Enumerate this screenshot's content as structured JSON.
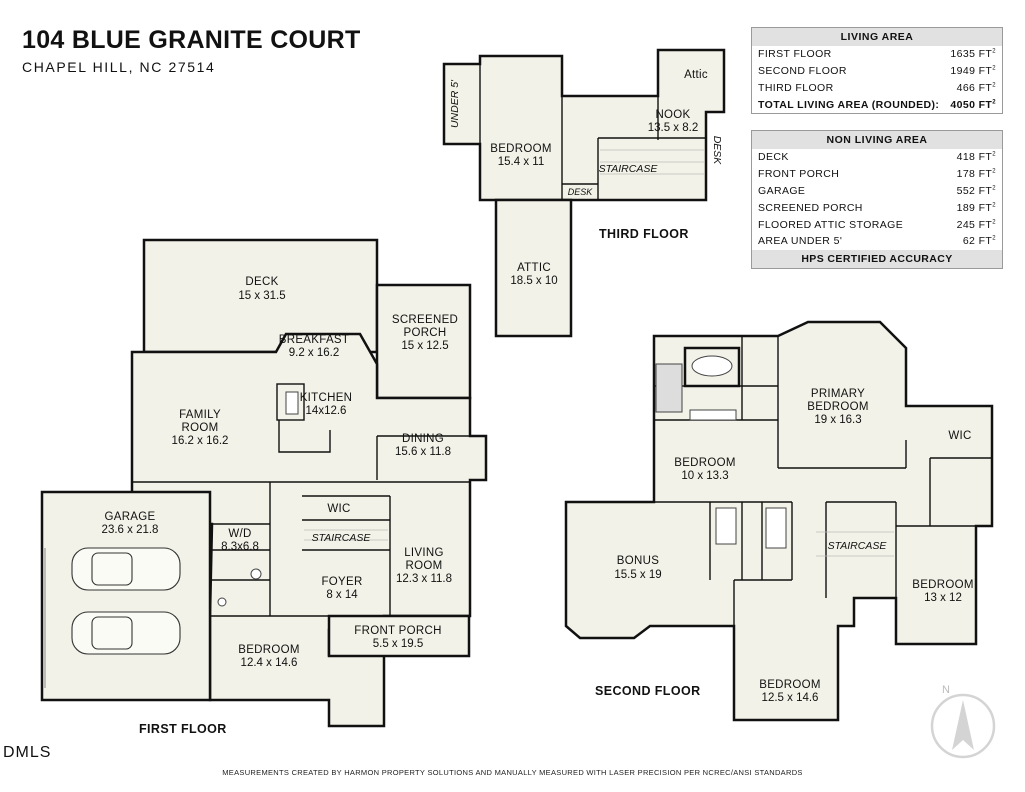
{
  "header": {
    "title": "104 BLUE GRANITE COURT",
    "subtitle": "CHAPEL HILL, NC 27514"
  },
  "living_area": {
    "heading": "LIVING AREA",
    "rows": [
      {
        "label": "FIRST FLOOR",
        "value": "1635 FT",
        "sup": "2"
      },
      {
        "label": "SECOND FLOOR",
        "value": "1949 FT",
        "sup": "2"
      },
      {
        "label": "THIRD FLOOR",
        "value": "466 FT",
        "sup": "2"
      }
    ],
    "total": {
      "label": "TOTAL LIVING AREA (ROUNDED):",
      "value": "4050 FT",
      "sup": "2"
    }
  },
  "non_living_area": {
    "heading": "NON LIVING AREA",
    "rows": [
      {
        "label": "DECK",
        "value": "418 FT",
        "sup": "2"
      },
      {
        "label": "FRONT PORCH",
        "value": "178 FT",
        "sup": "2"
      },
      {
        "label": "GARAGE",
        "value": "552 FT",
        "sup": "2"
      },
      {
        "label": "SCREENED PORCH",
        "value": "189 FT",
        "sup": "2"
      },
      {
        "label": "FLOORED ATTIC STORAGE",
        "value": "245 FT",
        "sup": "2"
      },
      {
        "label": "AREA UNDER 5'",
        "value": "62 FT",
        "sup": "2"
      }
    ],
    "footer": "HPS CERTIFIED ACCURACY"
  },
  "floors": {
    "first": "FIRST FLOOR",
    "second": "SECOND FLOOR",
    "third": "THIRD FLOOR"
  },
  "rooms": {
    "deck": {
      "name": "DECK",
      "dim": "15 x 31.5"
    },
    "screened_porch": {
      "name1": "SCREENED",
      "name2": "PORCH",
      "dim": "15 x 12.5"
    },
    "breakfast": {
      "name": "BREAKFAST",
      "dim": "9.2 x 16.2"
    },
    "family_room": {
      "name1": "FAMILY",
      "name2": "ROOM",
      "dim": "16.2 x 16.2"
    },
    "kitchen": {
      "name": "KITCHEN",
      "dim": "14x12.6"
    },
    "dining": {
      "name": "DINING",
      "dim": "15.6 x 11.8"
    },
    "garage": {
      "name": "GARAGE",
      "dim": "23.6 x 21.8"
    },
    "wd": {
      "name": "W/D",
      "dim": "8.3x6.8"
    },
    "wic_first": {
      "name": "WIC"
    },
    "staircase_first": {
      "name": "STAIRCASE"
    },
    "living_room": {
      "name1": "LIVING",
      "name2": "ROOM",
      "dim": "12.3 x 11.8"
    },
    "foyer": {
      "name": "FOYER",
      "dim": "8 x 14"
    },
    "front_porch": {
      "name": "FRONT PORCH",
      "dim": "5.5 x 19.5"
    },
    "bedroom_first": {
      "name": "BEDROOM",
      "dim": "12.4 x 14.6"
    },
    "under5": {
      "name": "UNDER 5'"
    },
    "attic_small": {
      "name": "Attic"
    },
    "nook": {
      "name": "NOOK",
      "dim": "13.5 x 8.2"
    },
    "bedroom_third": {
      "name": "BEDROOM",
      "dim": "15.4 x 11"
    },
    "staircase_third": {
      "name": "STAIRCASE"
    },
    "desk_a": {
      "name": "DESK"
    },
    "desk_b": {
      "name": "DESK"
    },
    "attic_third": {
      "name": "ATTIC",
      "dim": "18.5 x 10"
    },
    "primary_bedroom": {
      "name1": "PRIMARY",
      "name2": "BEDROOM",
      "dim": "19 x 16.3"
    },
    "wic_second": {
      "name": "WIC"
    },
    "bedroom_second_a": {
      "name": "BEDROOM",
      "dim": "10 x 13.3"
    },
    "bonus": {
      "name": "BONUS",
      "dim": "15.5 x 19"
    },
    "staircase_second": {
      "name": "STAIRCASE"
    },
    "bedroom_second_b": {
      "name": "BEDROOM",
      "dim": "13 x 12"
    },
    "bedroom_second_c": {
      "name": "BEDROOM",
      "dim": "12.5 x 14.6"
    }
  },
  "footer": {
    "note": "MEASUREMENTS CREATED BY HARMON PROPERTY SOLUTIONS AND MANUALLY MEASURED WITH LASER PRECISION PER NCREC/ANSI STANDARDS",
    "mls": "DMLS"
  },
  "compass": {
    "label": "N"
  },
  "colors": {
    "fill": "#f2f2e8",
    "wall": "#111111",
    "table_header": "#e1e1e1"
  }
}
